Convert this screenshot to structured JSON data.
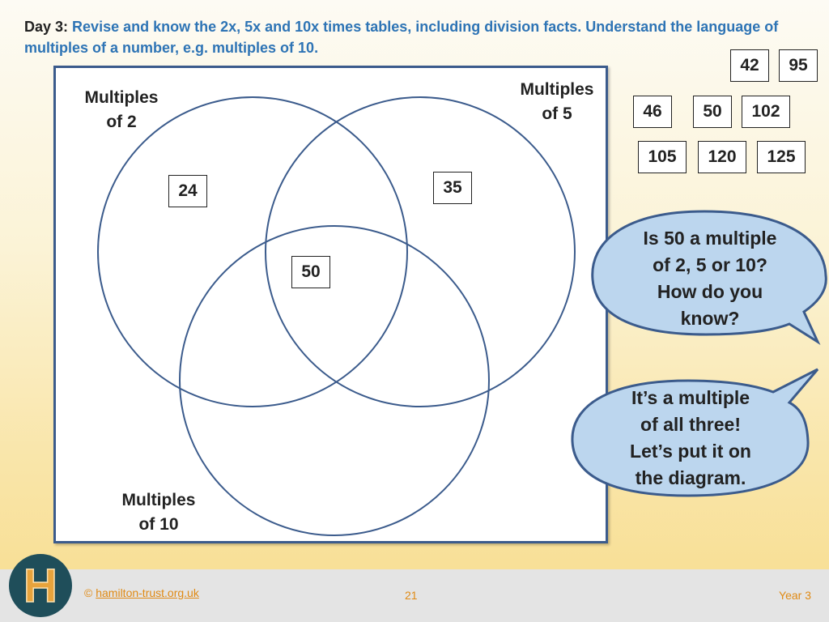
{
  "title": {
    "day": "Day 3:",
    "text": "Revise and know the 2x, 5x and 10x times tables, including division facts. Understand the language of multiples of a number, e.g. multiples of 10."
  },
  "venn": {
    "sets": [
      {
        "line1": "Multiples",
        "line2": "of 2"
      },
      {
        "line1": "Multiples",
        "line2": "of 5"
      },
      {
        "line1": "Multiples",
        "line2": "of 10"
      }
    ],
    "placed": [
      "24",
      "35",
      "50"
    ]
  },
  "number_cards": [
    "42",
    "95",
    "46",
    "50",
    "102",
    "105",
    "120",
    "125"
  ],
  "bubbles": {
    "question": [
      "Is 50 a multiple",
      "of 2, 5 or 10?",
      "How do you",
      "know?"
    ],
    "answer": [
      "It’s a multiple",
      "of all three!",
      "Let’s put it on",
      "the diagram."
    ]
  },
  "footer": {
    "logo_letter": "H",
    "copyright_symbol": "©",
    "link": "hamilton-trust.org.uk",
    "page": "21",
    "year": "Year 3"
  },
  "colors": {
    "title_blue": "#2e74b5",
    "bubble_fill": "#bcd6ee",
    "bubble_stroke": "#3b5b8c",
    "footer_orange": "#e08a14",
    "logo_bg": "#1f4e5a"
  }
}
